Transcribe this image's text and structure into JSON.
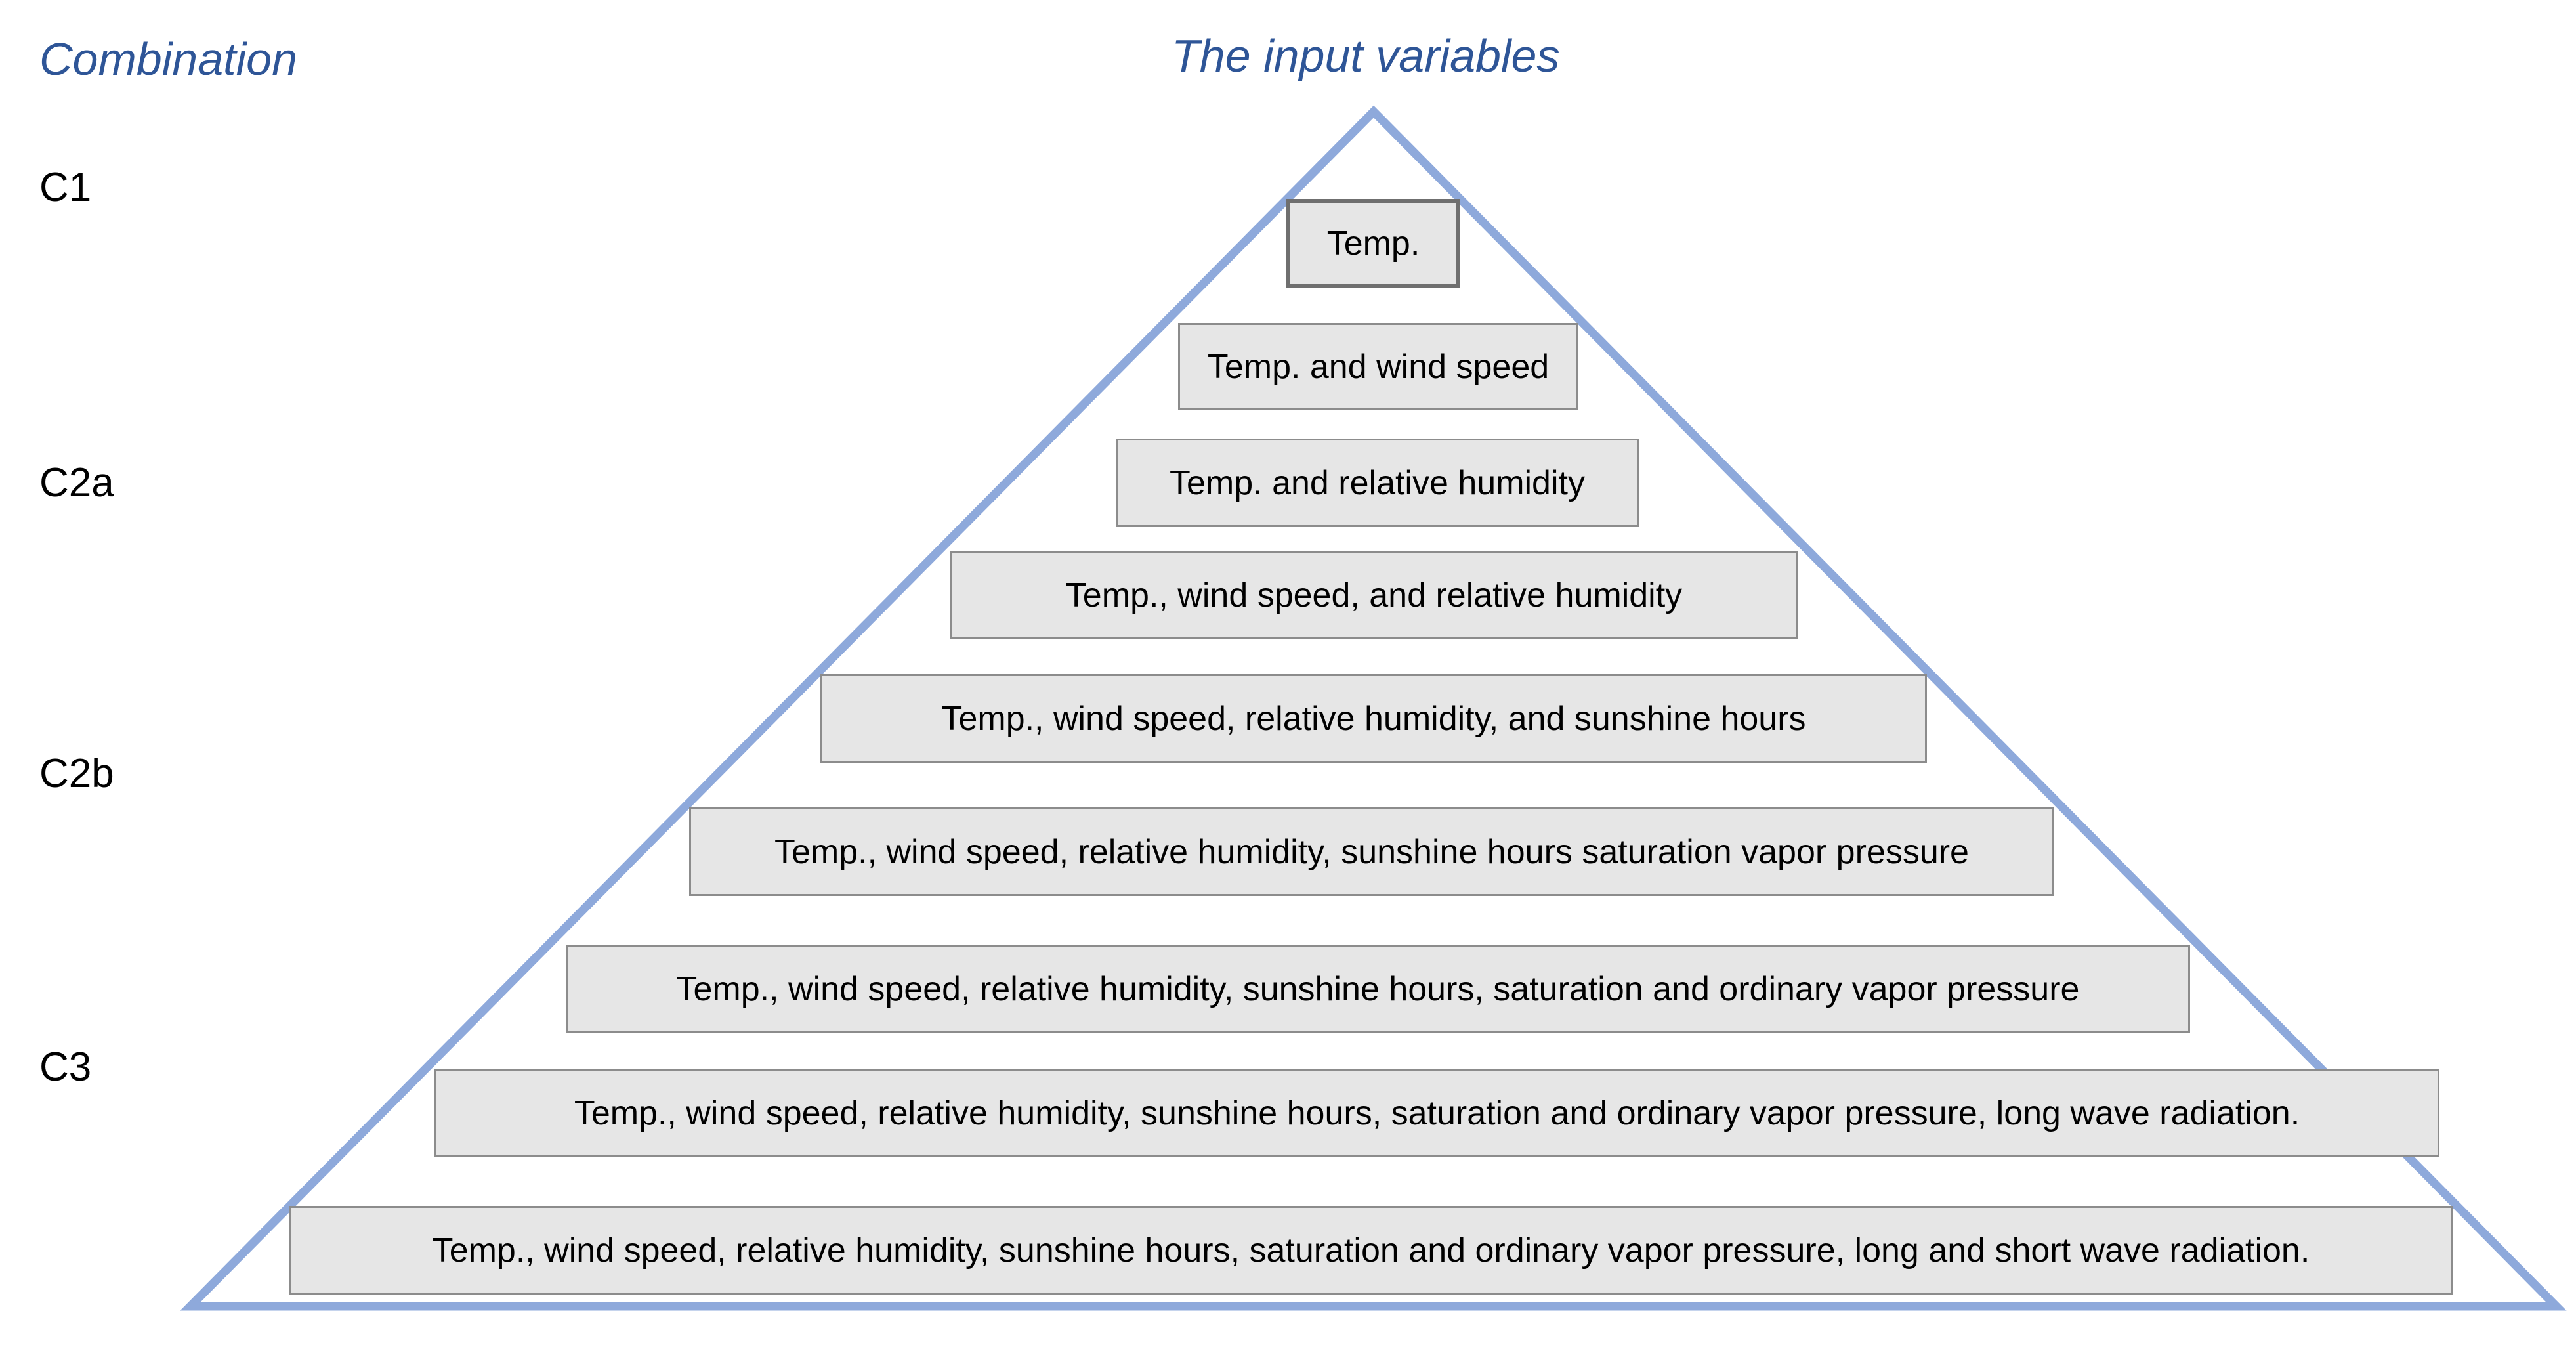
{
  "headings": {
    "combination": "Combination",
    "input_variables": "The input variables"
  },
  "combinations": [
    {
      "id": "c1",
      "label": "C1"
    },
    {
      "id": "c2a",
      "label": "C2a"
    },
    {
      "id": "c2b",
      "label": "C2b"
    },
    {
      "id": "c3",
      "label": "C3"
    }
  ],
  "levels": [
    "Temp.",
    "Temp. and wind speed",
    "Temp. and relative humidity",
    "Temp., wind speed, and relative humidity",
    "Temp., wind speed, relative humidity, and sunshine hours",
    "Temp., wind speed, relative humidity, sunshine hours saturation vapor pressure",
    "Temp., wind speed, relative humidity, sunshine hours, saturation and ordinary vapor pressure",
    "Temp., wind speed, relative humidity, sunshine hours, saturation and ordinary vapor pressure, long wave radiation.",
    "Temp., wind speed, relative humidity, sunshine hours, saturation and ordinary vapor pressure, long and short wave radiation."
  ],
  "colors": {
    "heading": "#2E5597",
    "pyramid_outline": "#8EA9DB",
    "box_fill": "#E6E6E6",
    "box_border": "#8C8C8C"
  }
}
